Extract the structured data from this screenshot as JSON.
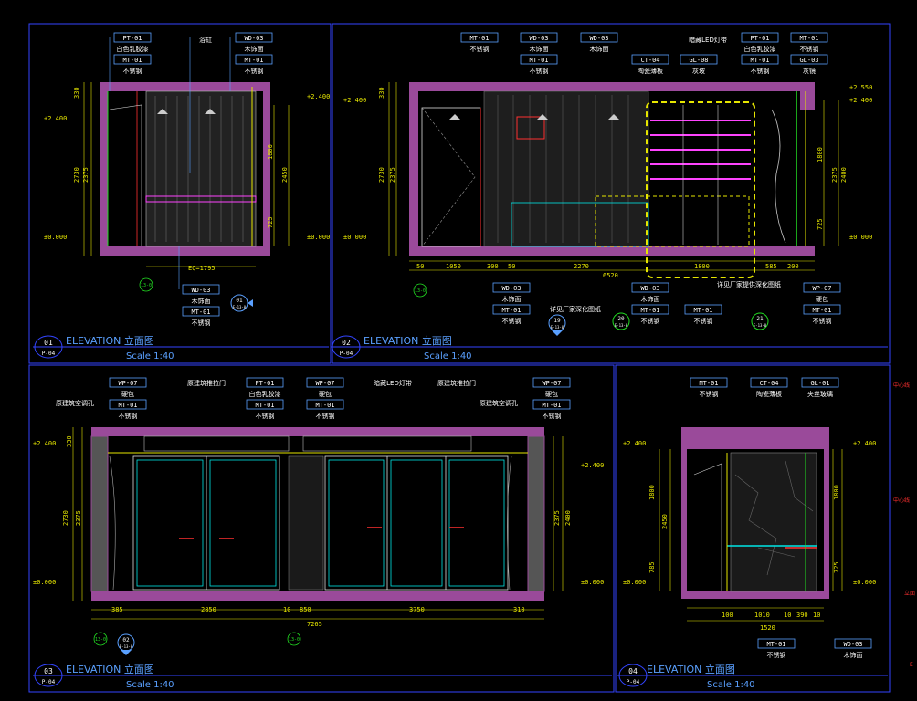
{
  "colors": {
    "background": "#000000",
    "frame": "#3344ff",
    "tag": "#5aa0ff",
    "tag_text": "#ffffff",
    "dim": "#e6e600",
    "green": "#22dd22",
    "magenta": "#ff44ff",
    "wall": "#9a4a9a",
    "red": "#ff3030",
    "cyan": "#00e6e6",
    "white": "#ffffff",
    "gray": "#bbbbbb"
  },
  "views": [
    {
      "number": "01",
      "sheet": "P-04",
      "title": "ELEVATION  立面图",
      "scale": "Scale  1:40",
      "tags_top": [
        {
          "code": "PT-01",
          "desc": "白色乳胶漆"
        },
        {
          "code": "MT-01",
          "desc": "不锈钢"
        },
        {
          "code": "WD-03",
          "desc": "木饰面"
        },
        {
          "code": "MT-01",
          "desc": "不锈钢"
        }
      ],
      "labels_top": [
        "浴缸"
      ],
      "tags_bottom": [
        {
          "code": "WD-03",
          "desc": "木饰面"
        },
        {
          "code": "MT-01",
          "desc": "不锈钢"
        }
      ],
      "levels": [
        "+2.400",
        "+2.400",
        "±0.000",
        "±0.000"
      ],
      "vertical_dims": [
        "330",
        "2730",
        "2375",
        "1800",
        "2450",
        "725"
      ],
      "horizontal_dims": [
        "EQ=1795"
      ],
      "grid": [
        "13-0"
      ],
      "callouts": [
        {
          "num": "01",
          "sheet": "E-13-0"
        }
      ]
    },
    {
      "number": "02",
      "sheet": "P-04",
      "title": "ELEVATION  立面图",
      "scale": "Scale  1:40",
      "tags_top": [
        {
          "code": "MT-01",
          "desc": "不锈钢"
        },
        {
          "code": "WD-03",
          "desc": "木饰面"
        },
        {
          "code": "MT-01",
          "desc": "不锈钢"
        },
        {
          "code": "WD-03",
          "desc": "木饰面"
        },
        {
          "code": "CT-04",
          "desc": "陶瓷薄板"
        },
        {
          "code": "GL-08",
          "desc": "灰玻"
        },
        {
          "code": "PT-01",
          "desc": "白色乳胶漆"
        },
        {
          "code": "MT-01",
          "desc": "不锈钢"
        },
        {
          "code": "MT-01",
          "desc": "不锈钢"
        },
        {
          "code": "GL-03",
          "desc": "灰镜"
        }
      ],
      "labels_top": [
        "暗藏LED灯带"
      ],
      "tags_bottom": [
        {
          "code": "WD-03",
          "desc": "木饰面"
        },
        {
          "code": "MT-01",
          "desc": "不锈钢"
        },
        {
          "code": "WD-03",
          "desc": "木饰面"
        },
        {
          "code": "MT-01",
          "desc": "不锈钢"
        },
        {
          "code": "MT-01",
          "desc": "不锈钢"
        },
        {
          "code": "WP-07",
          "desc": "硬包"
        },
        {
          "code": "MT-01",
          "desc": "不锈钢"
        }
      ],
      "labels_bottom": [
        "详见厂家深化图纸",
        "详见厂家提供深化图纸"
      ],
      "levels": [
        "+2.400",
        "+2.550",
        "+2.400",
        "±0.000",
        "±0.000"
      ],
      "vertical_dims": [
        "330",
        "2730",
        "2375",
        "1800",
        "2375",
        "2400",
        "725"
      ],
      "horizontal_dims": [
        "50",
        "1050",
        "300",
        "50",
        "2270",
        "1800",
        "585",
        "200",
        "6520"
      ],
      "grid": [
        "13-0"
      ],
      "callouts": [
        {
          "num": "19",
          "sheet": "E-13-0"
        },
        {
          "num": "20",
          "sheet": "E-13-0"
        },
        {
          "num": "21",
          "sheet": "E-13-0"
        }
      ]
    },
    {
      "number": "03",
      "sheet": "P-04",
      "title": "ELEVATION  立面图",
      "scale": "Scale  1:40",
      "tags_top": [
        {
          "code": "WP-07",
          "desc": "硬包"
        },
        {
          "code": "MT-01",
          "desc": "不锈钢"
        },
        {
          "code": "PT-01",
          "desc": "白色乳胶漆"
        },
        {
          "code": "MT-01",
          "desc": "不锈钢"
        },
        {
          "code": "WP-07",
          "desc": "硬包"
        },
        {
          "code": "MT-01",
          "desc": "不锈钢"
        },
        {
          "code": "WP-07",
          "desc": "硬包"
        },
        {
          "code": "MT-01",
          "desc": "不锈钢"
        }
      ],
      "labels_top": [
        "原建筑空调孔",
        "原建筑推拉门",
        "暗藏LED灯带",
        "原建筑推拉门",
        "原建筑空调孔"
      ],
      "levels": [
        "+2.400",
        "+2.400",
        "±0.000",
        "±0.000"
      ],
      "vertical_dims": [
        "330",
        "2730",
        "2375",
        "2375",
        "2400"
      ],
      "horizontal_dims": [
        "385",
        "2850",
        "10",
        "850",
        "3750",
        "310",
        "7265"
      ],
      "grid": [
        "13-0",
        "13-0"
      ],
      "callouts": [
        {
          "num": "02",
          "sheet": "E-13-0"
        }
      ]
    },
    {
      "number": "04",
      "sheet": "P-04",
      "title": "ELEVATION  立面图",
      "scale": "Scale  1:40",
      "tags_top": [
        {
          "code": "MT-01",
          "desc": "不锈钢"
        },
        {
          "code": "CT-04",
          "desc": "陶瓷薄板"
        },
        {
          "code": "GL-01",
          "desc": "夹丝玻璃"
        }
      ],
      "tags_bottom": [
        {
          "code": "MT-01",
          "desc": "不锈钢"
        },
        {
          "code": "WD-03",
          "desc": "木饰面"
        }
      ],
      "levels": [
        "+2.400",
        "+2.400",
        "±0.000",
        "±0.000"
      ],
      "vertical_dims": [
        "1800",
        "2450",
        "785",
        "1800",
        "725"
      ],
      "horizontal_dims": [
        "100",
        "1010",
        "10",
        "390",
        "10",
        "1520"
      ],
      "side_notes": [
        "中心线",
        "中心线",
        "立面",
        "E"
      ]
    }
  ]
}
